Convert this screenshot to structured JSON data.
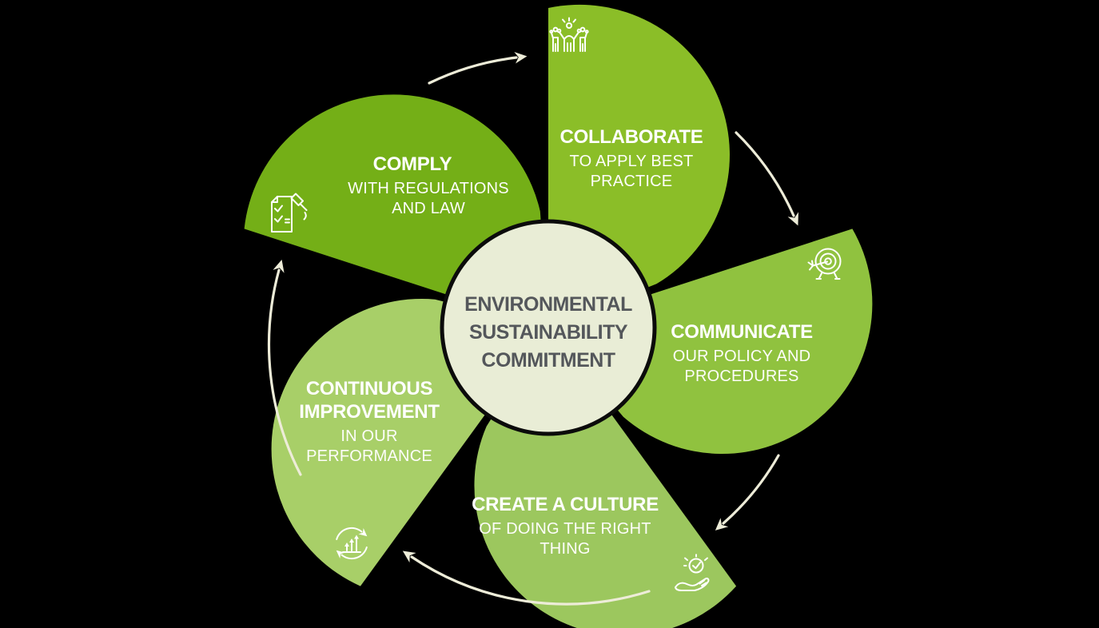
{
  "background_color": "#000000",
  "center": {
    "title": "ENVIRONMENTAL SUSTAINABILITY COMMITMENT",
    "fill": "#E9EDD6",
    "border_color": "#0B0B0B",
    "text_color": "#54575B"
  },
  "flow": {
    "direction": "clockwise",
    "arrow_color": "#EDECD8",
    "arrow_count": 5
  },
  "icon_color": "#FFFFFF",
  "segments": [
    {
      "id": "collaborate",
      "title": "COLLABORATE",
      "subtitle": "TO APPLY BEST PRACTICE",
      "icon": "people-celebration-icon",
      "color": "#8BBE28"
    },
    {
      "id": "communicate",
      "title": "COMMUNICATE",
      "subtitle": "OUR POLICY AND PROCEDURES",
      "icon": "target-icon",
      "color": "#90C23F"
    },
    {
      "id": "create-a-culture",
      "title": "CREATE A CULTURE",
      "subtitle": "OF DOING THE RIGHT THING",
      "icon": "hand-check-icon",
      "color": "#9CC75E"
    },
    {
      "id": "continuous-improvement",
      "title": "CONTINUOUS IMPROVEMENT",
      "subtitle": "IN OUR PERFORMANCE",
      "icon": "growth-cycle-icon",
      "color": "#A8CF68"
    },
    {
      "id": "comply",
      "title": "COMPLY",
      "subtitle": "WITH REGULATIONS AND LAW",
      "icon": "document-gavel-icon",
      "color": "#74AF17"
    }
  ]
}
